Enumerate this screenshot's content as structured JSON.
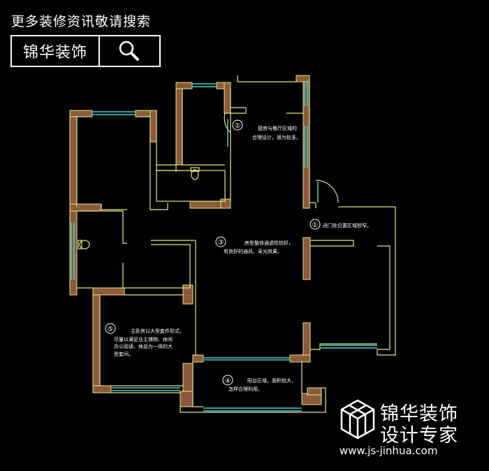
{
  "header": {
    "more_info": "更多装修资讯敬请搜索",
    "brand": "锦华装饰",
    "search_icon": "magnifier-icon"
  },
  "plan": {
    "notes": [
      {
        "num": "①",
        "text": "进门处位置区域较窄。"
      },
      {
        "num": "②",
        "text": [
          "厨房与餐厅区域的",
          "合理设计，很为较多。"
        ]
      },
      {
        "num": "③",
        "text": [
          "房型整体通透性较好，",
          "有良好的通风、采光效果。"
        ]
      },
      {
        "num": "④",
        "text": [
          "阳台区域，面积较大，",
          "怎样合理利用。"
        ]
      },
      {
        "num": "⑤",
        "text": [
          "主卧房以大型套件形式，",
          "尽量以满足业主储物、休闲",
          "办公阅读、休息为一体的大",
          "型套间。"
        ]
      }
    ]
  },
  "watermark": {
    "line1": "锦华装饰",
    "line2": "设计专家",
    "url": "www.js-jinhua.com",
    "logo_icon": "cube-logo-icon"
  },
  "colors": {
    "wall": "#8b5a3c",
    "outline": "#e8e87a",
    "window": "#4ad0d0",
    "text": "#ffffff",
    "background": "#000000"
  }
}
